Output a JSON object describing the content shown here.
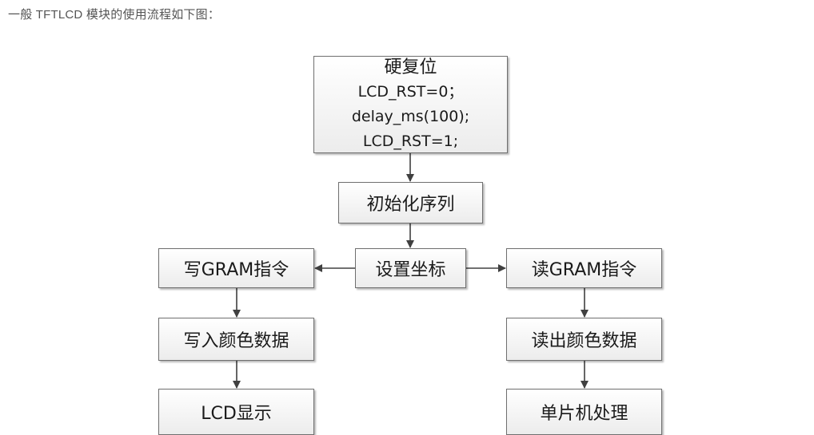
{
  "caption": "一般 TFTLCD 模块的使用流程如下图：",
  "flowchart": {
    "hard_reset": {
      "title": "硬复位",
      "lines": [
        "LCD_RST=0；",
        "delay_ms(100);",
        "LCD_RST=1;"
      ]
    },
    "init_sequence": "初始化序列",
    "set_coordinates": "设置坐标",
    "write_gram_cmd": "写GRAM指令",
    "write_color_data": "写入颜色数据",
    "lcd_display": "LCD显示",
    "read_gram_cmd": "读GRAM指令",
    "read_color_data": "读出颜色数据",
    "mcu_process": "单片机处理"
  },
  "colors": {
    "border": "#6f6f6f",
    "arrow": "#404040",
    "caption": "#555555"
  }
}
